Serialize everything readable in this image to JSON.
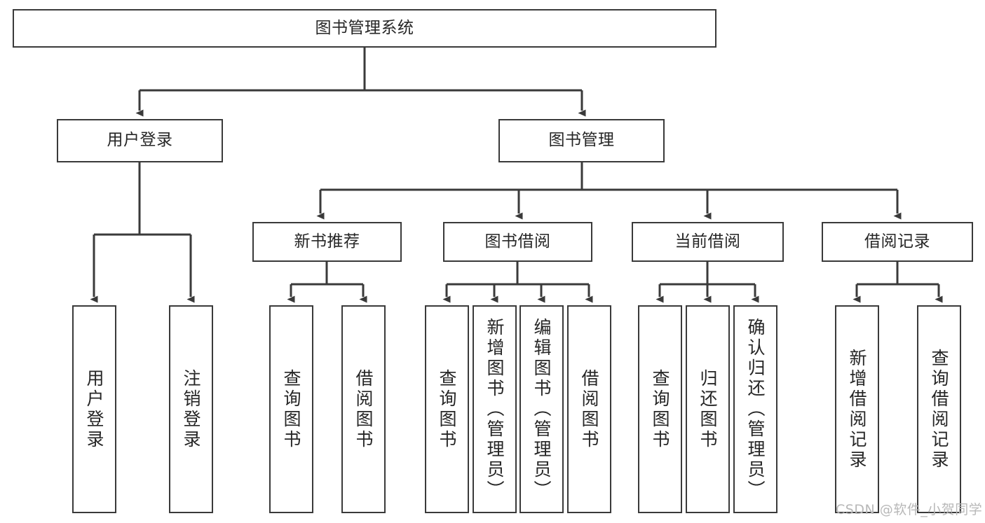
{
  "diagram": {
    "title": "图书管理系统",
    "type": "tree-hierarchy",
    "root": {
      "label": "图书管理系统"
    },
    "level2": [
      {
        "label": "用户登录"
      },
      {
        "label": "图书管理"
      }
    ],
    "level3": [
      {
        "label": "新书推荐"
      },
      {
        "label": "图书借阅"
      },
      {
        "label": "当前借阅"
      },
      {
        "label": "借阅记录"
      }
    ],
    "leaves": {
      "user_login": [
        {
          "label": "用户登录"
        },
        {
          "label": "注销登录"
        }
      ],
      "new_book_recommend": [
        {
          "label": "查询图书"
        },
        {
          "label": "借阅图书"
        }
      ],
      "book_borrow": [
        {
          "label": "查询图书"
        },
        {
          "label": "新增图书（管理员）"
        },
        {
          "label": "编辑图书（管理员）"
        },
        {
          "label": "借阅图书"
        }
      ],
      "current_borrow": [
        {
          "label": "查询图书"
        },
        {
          "label": "归还图书"
        },
        {
          "label": "确认归还（管理员）"
        }
      ],
      "borrow_record": [
        {
          "label": "新增借阅记录"
        },
        {
          "label": "查询借阅记录"
        }
      ]
    }
  },
  "watermark": {
    "text": "CSDN @软件_小贺同学"
  },
  "colors": {
    "border": "#3a3a3a",
    "text": "#262626",
    "background": "#ffffff",
    "watermark": "#b8b8b8"
  }
}
